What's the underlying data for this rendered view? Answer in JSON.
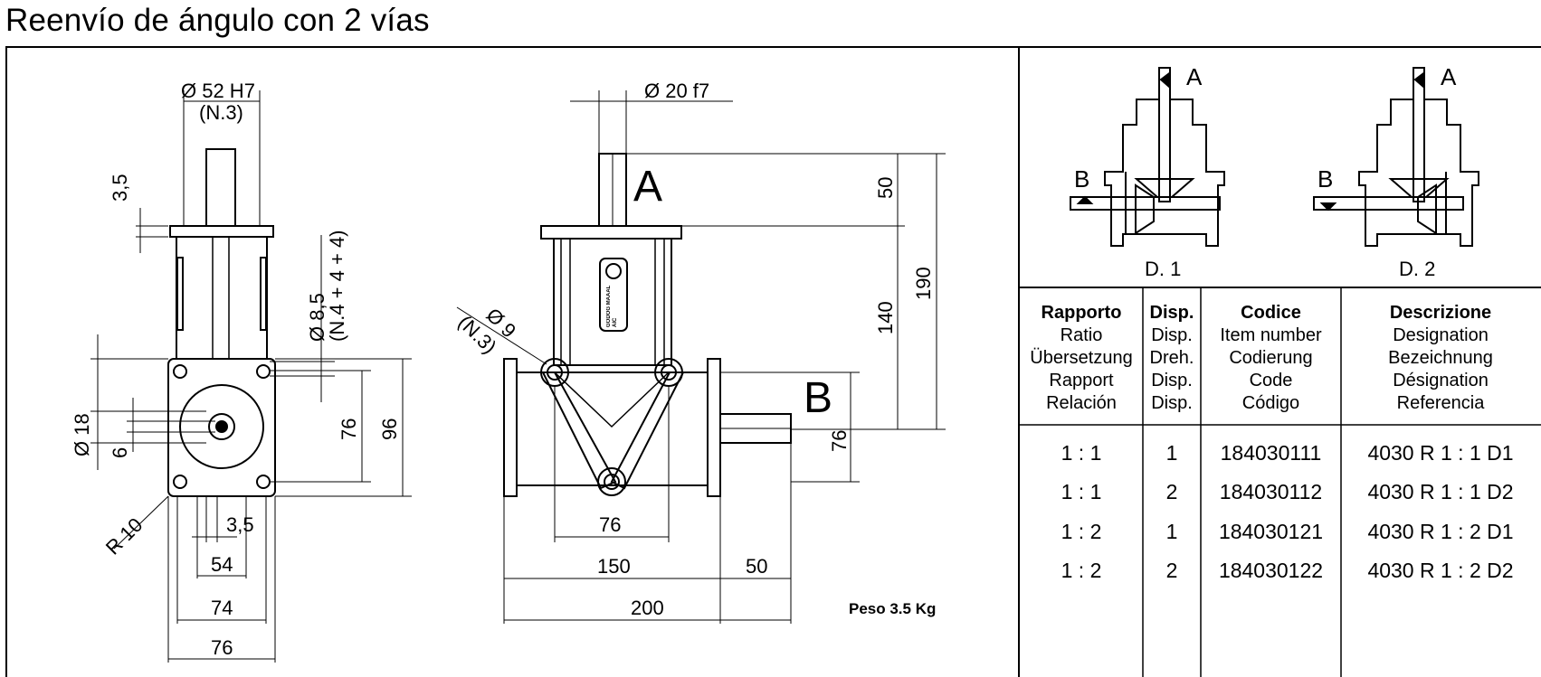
{
  "title": "Reenvío de ángulo con 2 vías",
  "views": {
    "side": {
      "bore": "Ø 52 H7",
      "bore_note": "(N.3)",
      "d_shaft": "Ø 18",
      "d_holes": "Ø 8,5",
      "holes_note": "(N.4 + 4 + 4)",
      "dim_3_5_top": "3,5",
      "dim_6": "6",
      "dim_76": "76",
      "dim_96": "96",
      "dim_3_5_bottom": "3,5",
      "dim_54": "54",
      "dim_74": "74",
      "dim_76_bottom": "76",
      "radius": "R 10"
    },
    "front": {
      "shaft_d": "Ø 20 f7",
      "hole_d": "Ø 9",
      "hole_note": "(N.3)",
      "label_a": "A",
      "label_b": "B",
      "dim_50_top": "50",
      "dim_140": "140",
      "dim_190": "190",
      "dim_76_right": "76",
      "dim_76_inner": "76",
      "dim_150": "150",
      "dim_50_right": "50",
      "dim_200": "200",
      "logo_text": "GODOG MAAAL AIC"
    },
    "weight": "Peso 3.5 Kg"
  },
  "configs": [
    {
      "label": "D. 1",
      "a": "A",
      "b": "B"
    },
    {
      "label": "D. 2",
      "a": "A",
      "b": "B"
    }
  ],
  "table": {
    "headers": [
      {
        "bold": "Rapporto",
        "lines": [
          "Ratio",
          "Übersetzung",
          "Rapport",
          "Relación"
        ]
      },
      {
        "bold": "Disp.",
        "lines": [
          "Disp.",
          "Dreh.",
          "Disp.",
          "Disp."
        ]
      },
      {
        "bold": "Codice",
        "lines": [
          "Item number",
          "Codierung",
          "Code",
          "Código"
        ]
      },
      {
        "bold": "Descrizione",
        "lines": [
          "Designation",
          "Bezeichnung",
          "Désignation",
          "Referencia"
        ]
      }
    ],
    "rows": [
      {
        "ratio": "1 : 1",
        "disp": "1",
        "code": "184030111",
        "desc": "4030 R 1 : 1 D1"
      },
      {
        "ratio": "1 : 1",
        "disp": "2",
        "code": "184030112",
        "desc": "4030 R 1 : 1 D2"
      },
      {
        "ratio": "1 : 2",
        "disp": "1",
        "code": "184030121",
        "desc": "4030 R 1 : 2 D1"
      },
      {
        "ratio": "1 : 2",
        "disp": "2",
        "code": "184030122",
        "desc": "4030 R 1 : 2 D2"
      }
    ]
  }
}
